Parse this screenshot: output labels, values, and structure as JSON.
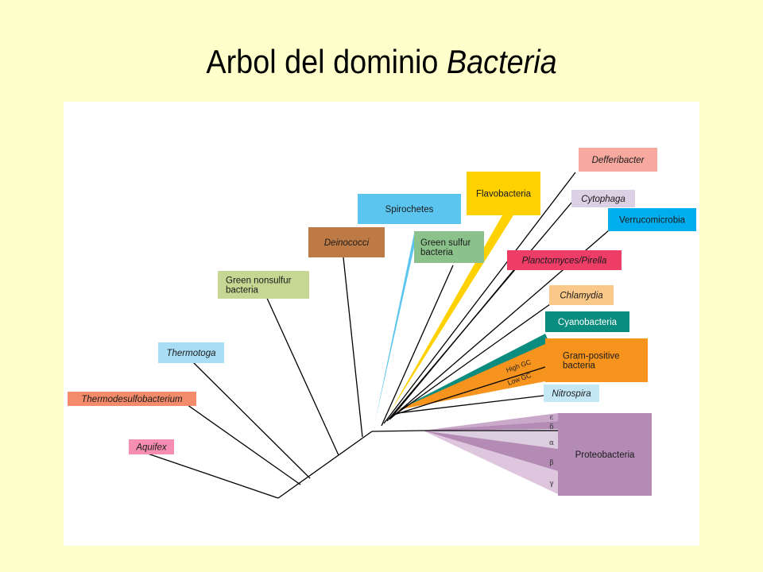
{
  "slide": {
    "title_prefix": "Arbol del dominio",
    "title_taxon": "Bacteria"
  },
  "colors": {
    "background": "#FFFFCC",
    "panel": "#FFFFFF",
    "branch": "#000000"
  },
  "groups": [
    {
      "key": "aquifex",
      "label": "Aquifex",
      "italic": true,
      "color": "#F58EB2"
    },
    {
      "key": "thermodesulfobacterium",
      "label": "Thermodesulfobacterium",
      "italic": true,
      "color": "#F48C6B"
    },
    {
      "key": "thermotoga",
      "label": "Thermotoga",
      "italic": true,
      "color": "#A9DDF5"
    },
    {
      "key": "green-nonsulfur",
      "label": "Green nonsulfur bacteria",
      "italic": false,
      "color": "#C5D792"
    },
    {
      "key": "deinococci",
      "label": "Deinococci",
      "italic": true,
      "color": "#BE7A45"
    },
    {
      "key": "spirochetes",
      "label": "Spirochetes",
      "italic": false,
      "color": "#5BC5EF"
    },
    {
      "key": "green-sulfur",
      "label": "Green sulfur bacteria",
      "italic": false,
      "color": "#8BC28B"
    },
    {
      "key": "flavobacteria",
      "label": "Flavobacteria",
      "italic": false,
      "color": "#FFD100"
    },
    {
      "key": "defferibacter",
      "label": "Defferibacter",
      "italic": true,
      "color": "#F7A9A0"
    },
    {
      "key": "cytophaga",
      "label": "Cytophaga",
      "italic": true,
      "color": "#DCD0E4"
    },
    {
      "key": "verrucomicrobia",
      "label": "Verrucomicrobia",
      "italic": false,
      "color": "#00AEEF"
    },
    {
      "key": "planctomyces",
      "label": "Planctomyces/Pirella",
      "italic": true,
      "color": "#EE3E67"
    },
    {
      "key": "chlamydia",
      "label": "Chlamydia",
      "italic": true,
      "color": "#FAC98A"
    },
    {
      "key": "cyanobacteria",
      "label": "Cyanobacteria",
      "italic": false,
      "color": "#0A8C7E"
    },
    {
      "key": "gram-positive",
      "label": "Gram-positive bacteria",
      "italic": false,
      "color": "#F7941D"
    },
    {
      "key": "nitrospira",
      "label": "Nitrospira",
      "italic": true,
      "color": "#C5E8F7"
    },
    {
      "key": "proteobacteria",
      "label": "Proteobacteria",
      "italic": false,
      "color": "#B48BB5"
    }
  ],
  "gram_positive_subgroups": [
    "High GC",
    "Low GC"
  ],
  "proteobacteria_subgroups": [
    "ε",
    "δ",
    "α",
    "β",
    "γ"
  ]
}
